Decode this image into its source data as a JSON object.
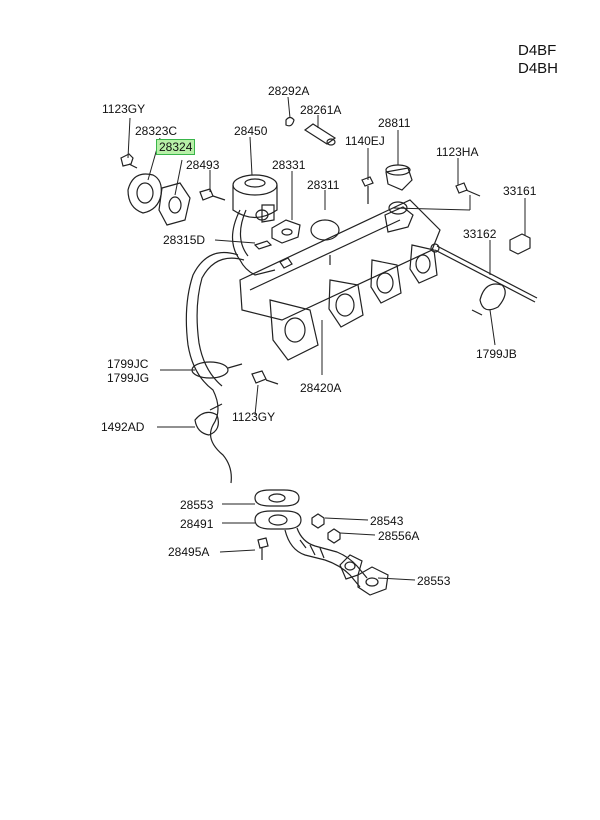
{
  "header": {
    "line1": "D4BF",
    "line2": "D4BH"
  },
  "highlight_color": "#b8f0a8",
  "labels": {
    "p1123GY_top": "1123GY",
    "p28323C": "28323C",
    "p28324": "28324",
    "p28493": "28493",
    "p28315D": "28315D",
    "p28450": "28450",
    "p28292A": "28292A",
    "p28261A": "28261A",
    "p28331": "28331",
    "p28311": "28311",
    "p1140EJ": "1140EJ",
    "p28811": "28811",
    "p1123HA": "1123HA",
    "p33161": "33161",
    "p33162": "33162",
    "p1799JB": "1799JB",
    "p1799JC": "1799JC",
    "p1799JG": "1799JG",
    "p28420A": "28420A",
    "p1123GY_bot": "1123GY",
    "p1492AD": "1492AD",
    "p28553_top": "28553",
    "p28491": "28491",
    "p28495A": "28495A",
    "p28543": "28543",
    "p28556A": "28556A",
    "p28553_bot": "28553"
  }
}
